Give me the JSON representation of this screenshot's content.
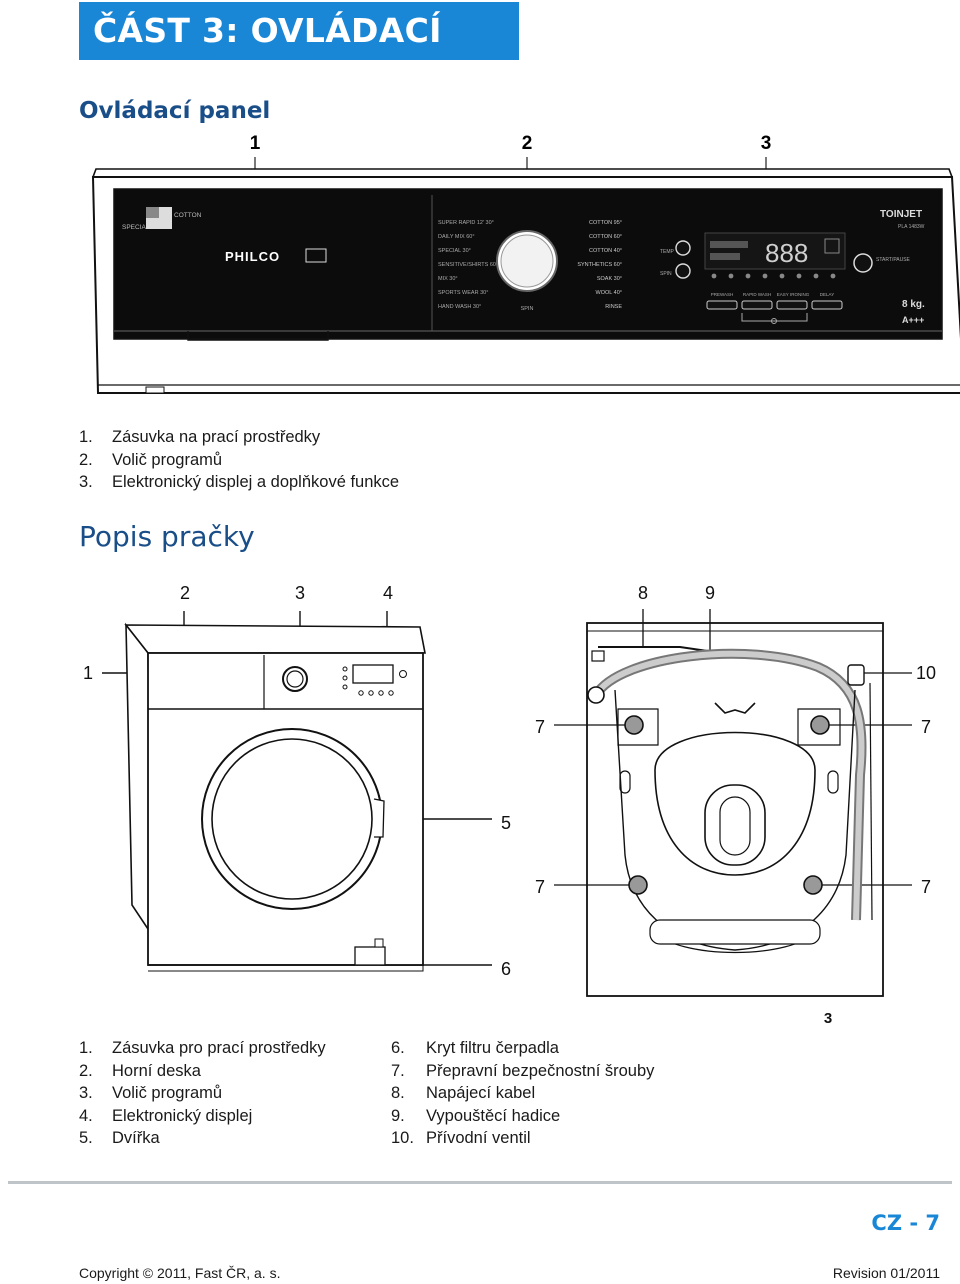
{
  "header": {
    "title": "ČÁST 3: OVLÁDACÍ PANEL"
  },
  "section1": {
    "title": "Ovládací panel",
    "callouts": [
      "1",
      "2",
      "3"
    ],
    "items": [
      {
        "num": "1.",
        "text": "Zásuvka na prací prostředky"
      },
      {
        "num": "2.",
        "text": "Volič programů"
      },
      {
        "num": "3.",
        "text": "Elektronický displej a doplňkové funkce"
      }
    ],
    "panel": {
      "brand": "PHILCO",
      "drawer_labels": [
        "SPECIALS",
        "COTTON"
      ],
      "programs_left": [
        "SUPER RAPID 12' 30°",
        "DAILY MIX 60°",
        "SPECIAL 30°",
        "SENSITIVE/SHIRTS 60°",
        "MIX 30°",
        "SPORTS WEAR 30°",
        "HAND WASH 30°"
      ],
      "programs_right": [
        "COTTON 95°",
        "COTTON 60°",
        "COTTON 40°",
        "SYNTHETICS 60°",
        "SOAK 30°",
        "WOOL 40°",
        "RINSE"
      ],
      "spin_label": "SPIN",
      "buttons": [
        "TEMP",
        "SPIN"
      ],
      "display_digits": "888",
      "function_buttons": [
        "PREWASH",
        "RAPID WASH",
        "EASY IRONING",
        "DELAY"
      ],
      "start_label": "START/PAUSE",
      "brand_right": "TOINJET",
      "model": "PLA 1483W",
      "capacity": "8 kg.",
      "energy_class": "A+++"
    }
  },
  "section2": {
    "title": "Popis pračky",
    "callouts_front": [
      "1",
      "2",
      "3",
      "4",
      "5",
      "6"
    ],
    "callouts_back": [
      "7",
      "7",
      "7",
      "7",
      "8",
      "9",
      "10",
      "3"
    ],
    "items_left": [
      {
        "num": "1.",
        "text": "Zásuvka pro prací prostředky"
      },
      {
        "num": "2.",
        "text": "Horní deska"
      },
      {
        "num": "3.",
        "text": "Volič programů"
      },
      {
        "num": "4.",
        "text": "Elektronický displej"
      },
      {
        "num": "5.",
        "text": "Dvířka"
      }
    ],
    "items_right": [
      {
        "num": "6.",
        "text": "Kryt filtru čerpadla"
      },
      {
        "num": "7.",
        "text": "Přepravní bezpečnostní šrouby"
      },
      {
        "num": "8.",
        "text": "Napájecí kabel"
      },
      {
        "num": "9.",
        "text": "Vypouštěcí hadice"
      },
      {
        "num": "10.",
        "text": "Přívodní ventil"
      }
    ]
  },
  "footer": {
    "page": "CZ - 7",
    "copyright": "Copyright © 2011, Fast ČR, a. s.",
    "revision": "Revision 01/2011"
  }
}
